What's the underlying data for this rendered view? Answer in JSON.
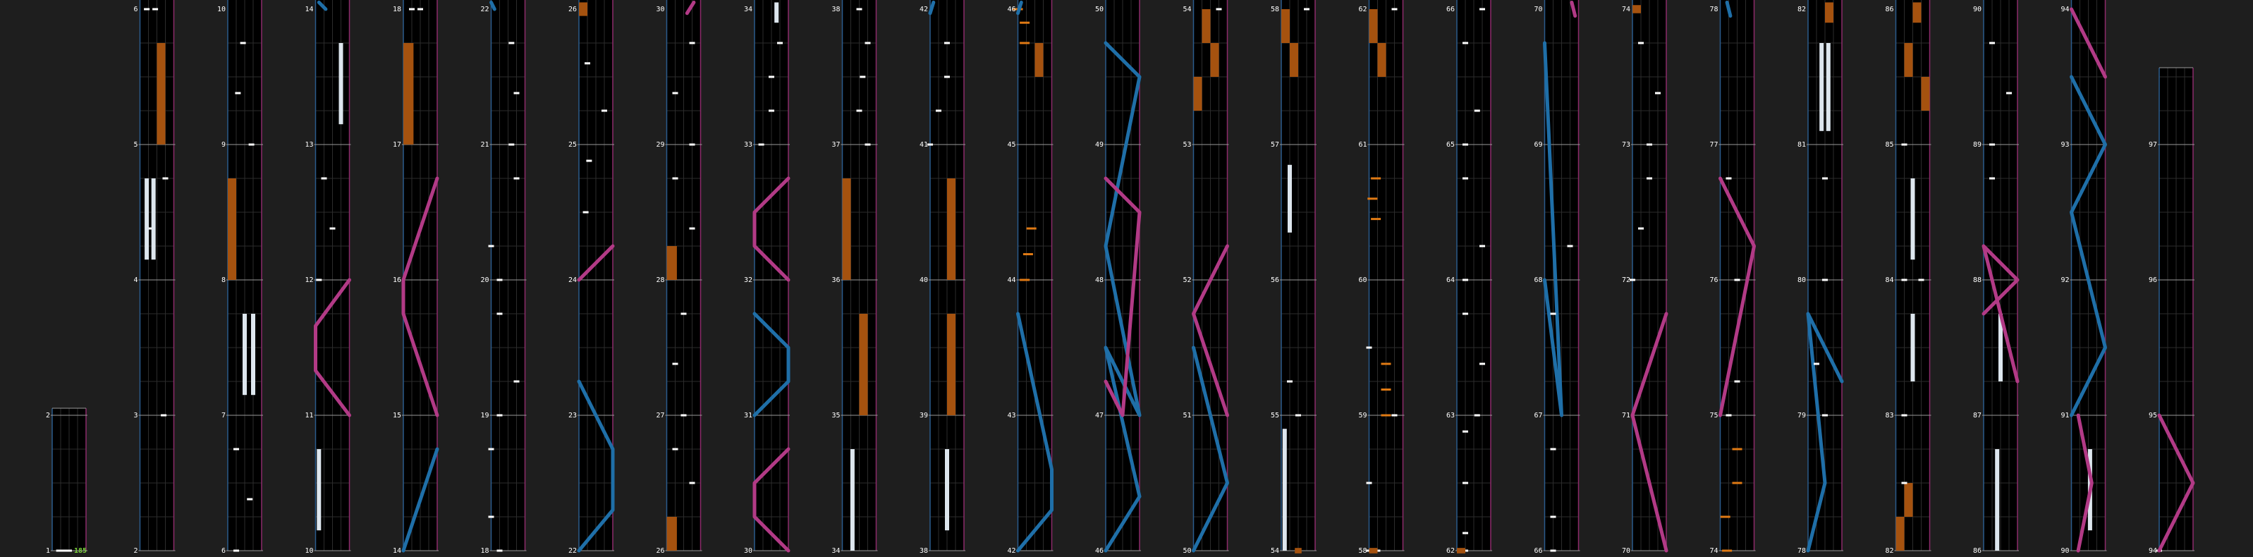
{
  "app": {
    "combo": "185",
    "colors": {
      "background": "#1e1e1e",
      "lane_bg": "#000000",
      "lane_left_border": "#2a5b8c",
      "lane_right_border": "#8c2a6a",
      "grid": "#2c2c2c",
      "measure_line": "#9a9a9a",
      "label": "#ffffff",
      "combo": "#7bd23a",
      "tap_note": "#ffffff",
      "hold_note": "#dde6ee",
      "chain_note": "#e07a14",
      "orange_hold": "#a5520f",
      "slide_blue": "#1f6fa8",
      "slide_pink": "#b23a86"
    }
  },
  "columns": [
    {
      "bottom": "1",
      "labels": [
        "2"
      ]
    },
    {
      "bottom": "2",
      "labels": [
        "3",
        "4",
        "5",
        "6"
      ]
    },
    {
      "bottom": "6",
      "labels": [
        "7",
        "8",
        "9",
        "10"
      ]
    },
    {
      "bottom": "10",
      "labels": [
        "11",
        "12",
        "13",
        "14"
      ]
    },
    {
      "bottom": "14",
      "labels": [
        "15",
        "16",
        "17",
        "18"
      ]
    },
    {
      "bottom": "18",
      "labels": [
        "19",
        "20",
        "21",
        "22"
      ]
    },
    {
      "bottom": "22",
      "labels": [
        "23",
        "24",
        "25",
        "26"
      ]
    },
    {
      "bottom": "26",
      "labels": [
        "27",
        "28",
        "29",
        "30"
      ]
    },
    {
      "bottom": "30",
      "labels": [
        "31",
        "32",
        "33",
        "34"
      ]
    },
    {
      "bottom": "34",
      "labels": [
        "35",
        "36",
        "37",
        "38"
      ]
    },
    {
      "bottom": "38",
      "labels": [
        "39",
        "40",
        "41",
        "42"
      ]
    },
    {
      "bottom": "42",
      "labels": [
        "43",
        "44",
        "45",
        "46"
      ]
    },
    {
      "bottom": "46",
      "labels": [
        "47",
        "48",
        "49",
        "50"
      ]
    },
    {
      "bottom": "50",
      "labels": [
        "51",
        "52",
        "53",
        "54"
      ]
    },
    {
      "bottom": "54",
      "labels": [
        "55",
        "56",
        "57",
        "58"
      ]
    },
    {
      "bottom": "58",
      "labels": [
        "59",
        "60",
        "61",
        "62"
      ]
    },
    {
      "bottom": "62",
      "labels": [
        "63",
        "64",
        "65",
        "66"
      ]
    },
    {
      "bottom": "66",
      "labels": [
        "67",
        "68",
        "69",
        "70"
      ]
    },
    {
      "bottom": "70",
      "labels": [
        "71",
        "72",
        "73",
        "74"
      ]
    },
    {
      "bottom": "74",
      "labels": [
        "75",
        "76",
        "77",
        "78"
      ]
    },
    {
      "bottom": "78",
      "labels": [
        "79",
        "80",
        "81",
        "82"
      ]
    },
    {
      "bottom": "82",
      "labels": [
        "83",
        "84",
        "85",
        "86"
      ]
    },
    {
      "bottom": "86",
      "labels": [
        "87",
        "88",
        "89",
        "90"
      ]
    },
    {
      "bottom": "90",
      "labels": [
        "91",
        "92",
        "93",
        "94"
      ]
    },
    {
      "bottom": "94",
      "labels": [
        "95",
        "96",
        "97"
      ]
    }
  ]
}
